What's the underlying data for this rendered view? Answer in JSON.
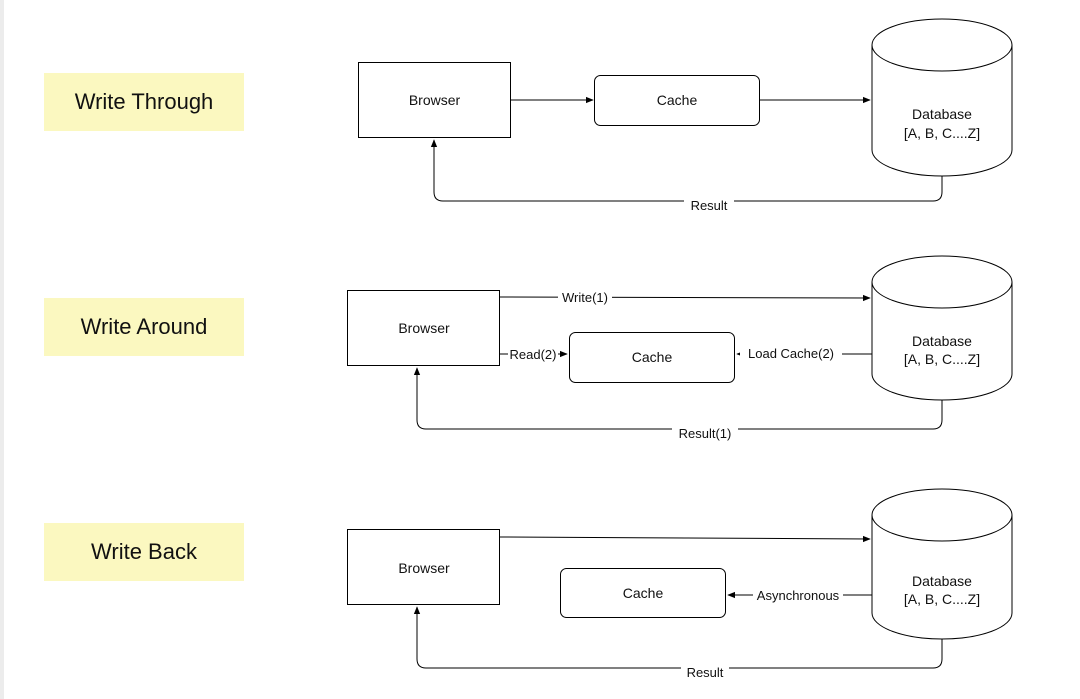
{
  "sections": [
    {
      "title": "Write Through",
      "browser": "Browser",
      "cache": "Cache",
      "db_name": "Database",
      "db_keys": "[A, B, C....Z]",
      "result_label": "Result"
    },
    {
      "title": "Write Around",
      "browser": "Browser",
      "cache": "Cache",
      "db_name": "Database",
      "db_keys": "[A, B, C....Z]",
      "write_label": "Write(1)",
      "read_label": "Read(2)",
      "load_label": "Load Cache(2)",
      "result_label": "Result(1)"
    },
    {
      "title": "Write Back",
      "browser": "Browser",
      "cache": "Cache",
      "db_name": "Database",
      "db_keys": "[A, B, C....Z]",
      "async_label": "Asynchronous",
      "result_label": "Result"
    }
  ],
  "colors": {
    "label_bg": "#fbf8c0",
    "stroke": "#000000"
  }
}
